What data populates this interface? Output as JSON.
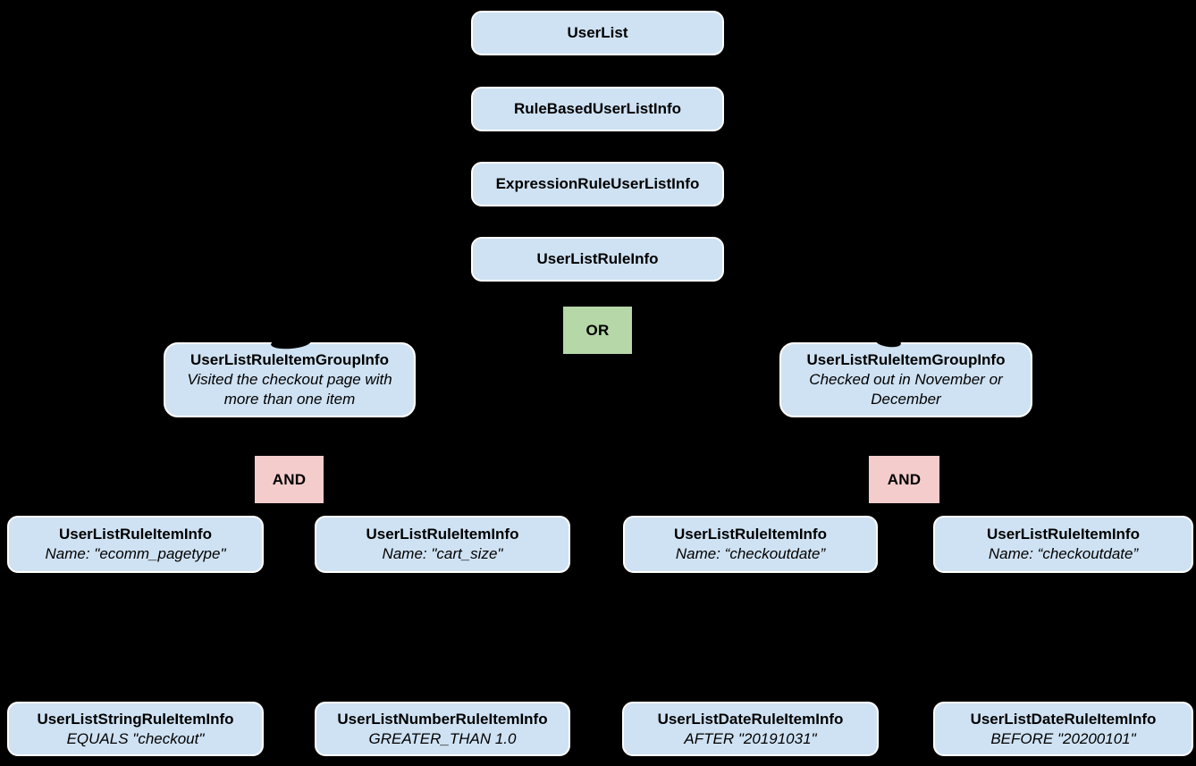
{
  "colors": {
    "background": "#000000",
    "node_fill": "#cfe2f3",
    "node_border": "#ffffff",
    "or_fill": "#b6d7a8",
    "and_fill": "#f4cccc",
    "text": "#000000"
  },
  "diagram": {
    "chain": [
      {
        "label": "UserList"
      },
      {
        "label": "RuleBasedUserListInfo"
      },
      {
        "label": "ExpressionRuleUserListInfo"
      },
      {
        "label": "UserListRuleInfo"
      }
    ],
    "or_label": "OR",
    "and_label": "AND",
    "groups": [
      {
        "title": "UserListRuleItemGroupInfo",
        "description": "Visited the checkout page with more than one item"
      },
      {
        "title": "UserListRuleItemGroupInfo",
        "description": "Checked out in November or December"
      }
    ],
    "rule_items": [
      {
        "title": "UserListRuleItemInfo",
        "name_line": "Name: \"ecomm_pagetype\""
      },
      {
        "title": "UserListRuleItemInfo",
        "name_line": "Name: \"cart_size\""
      },
      {
        "title": "UserListRuleItemInfo",
        "name_line": "Name: “checkoutdate”"
      },
      {
        "title": "UserListRuleItemInfo",
        "name_line": "Name: “checkoutdate”"
      }
    ],
    "leaf_items": [
      {
        "title": "UserListStringRuleItemInfo",
        "condition_line": "EQUALS \"checkout\""
      },
      {
        "title": "UserListNumberRuleItemInfo",
        "condition_line": "GREATER_THAN 1.0"
      },
      {
        "title": "UserListDateRuleItemInfo",
        "condition_line": "AFTER \"20191031\""
      },
      {
        "title": "UserListDateRuleItemInfo",
        "condition_line": "BEFORE \"20200101\""
      }
    ]
  }
}
